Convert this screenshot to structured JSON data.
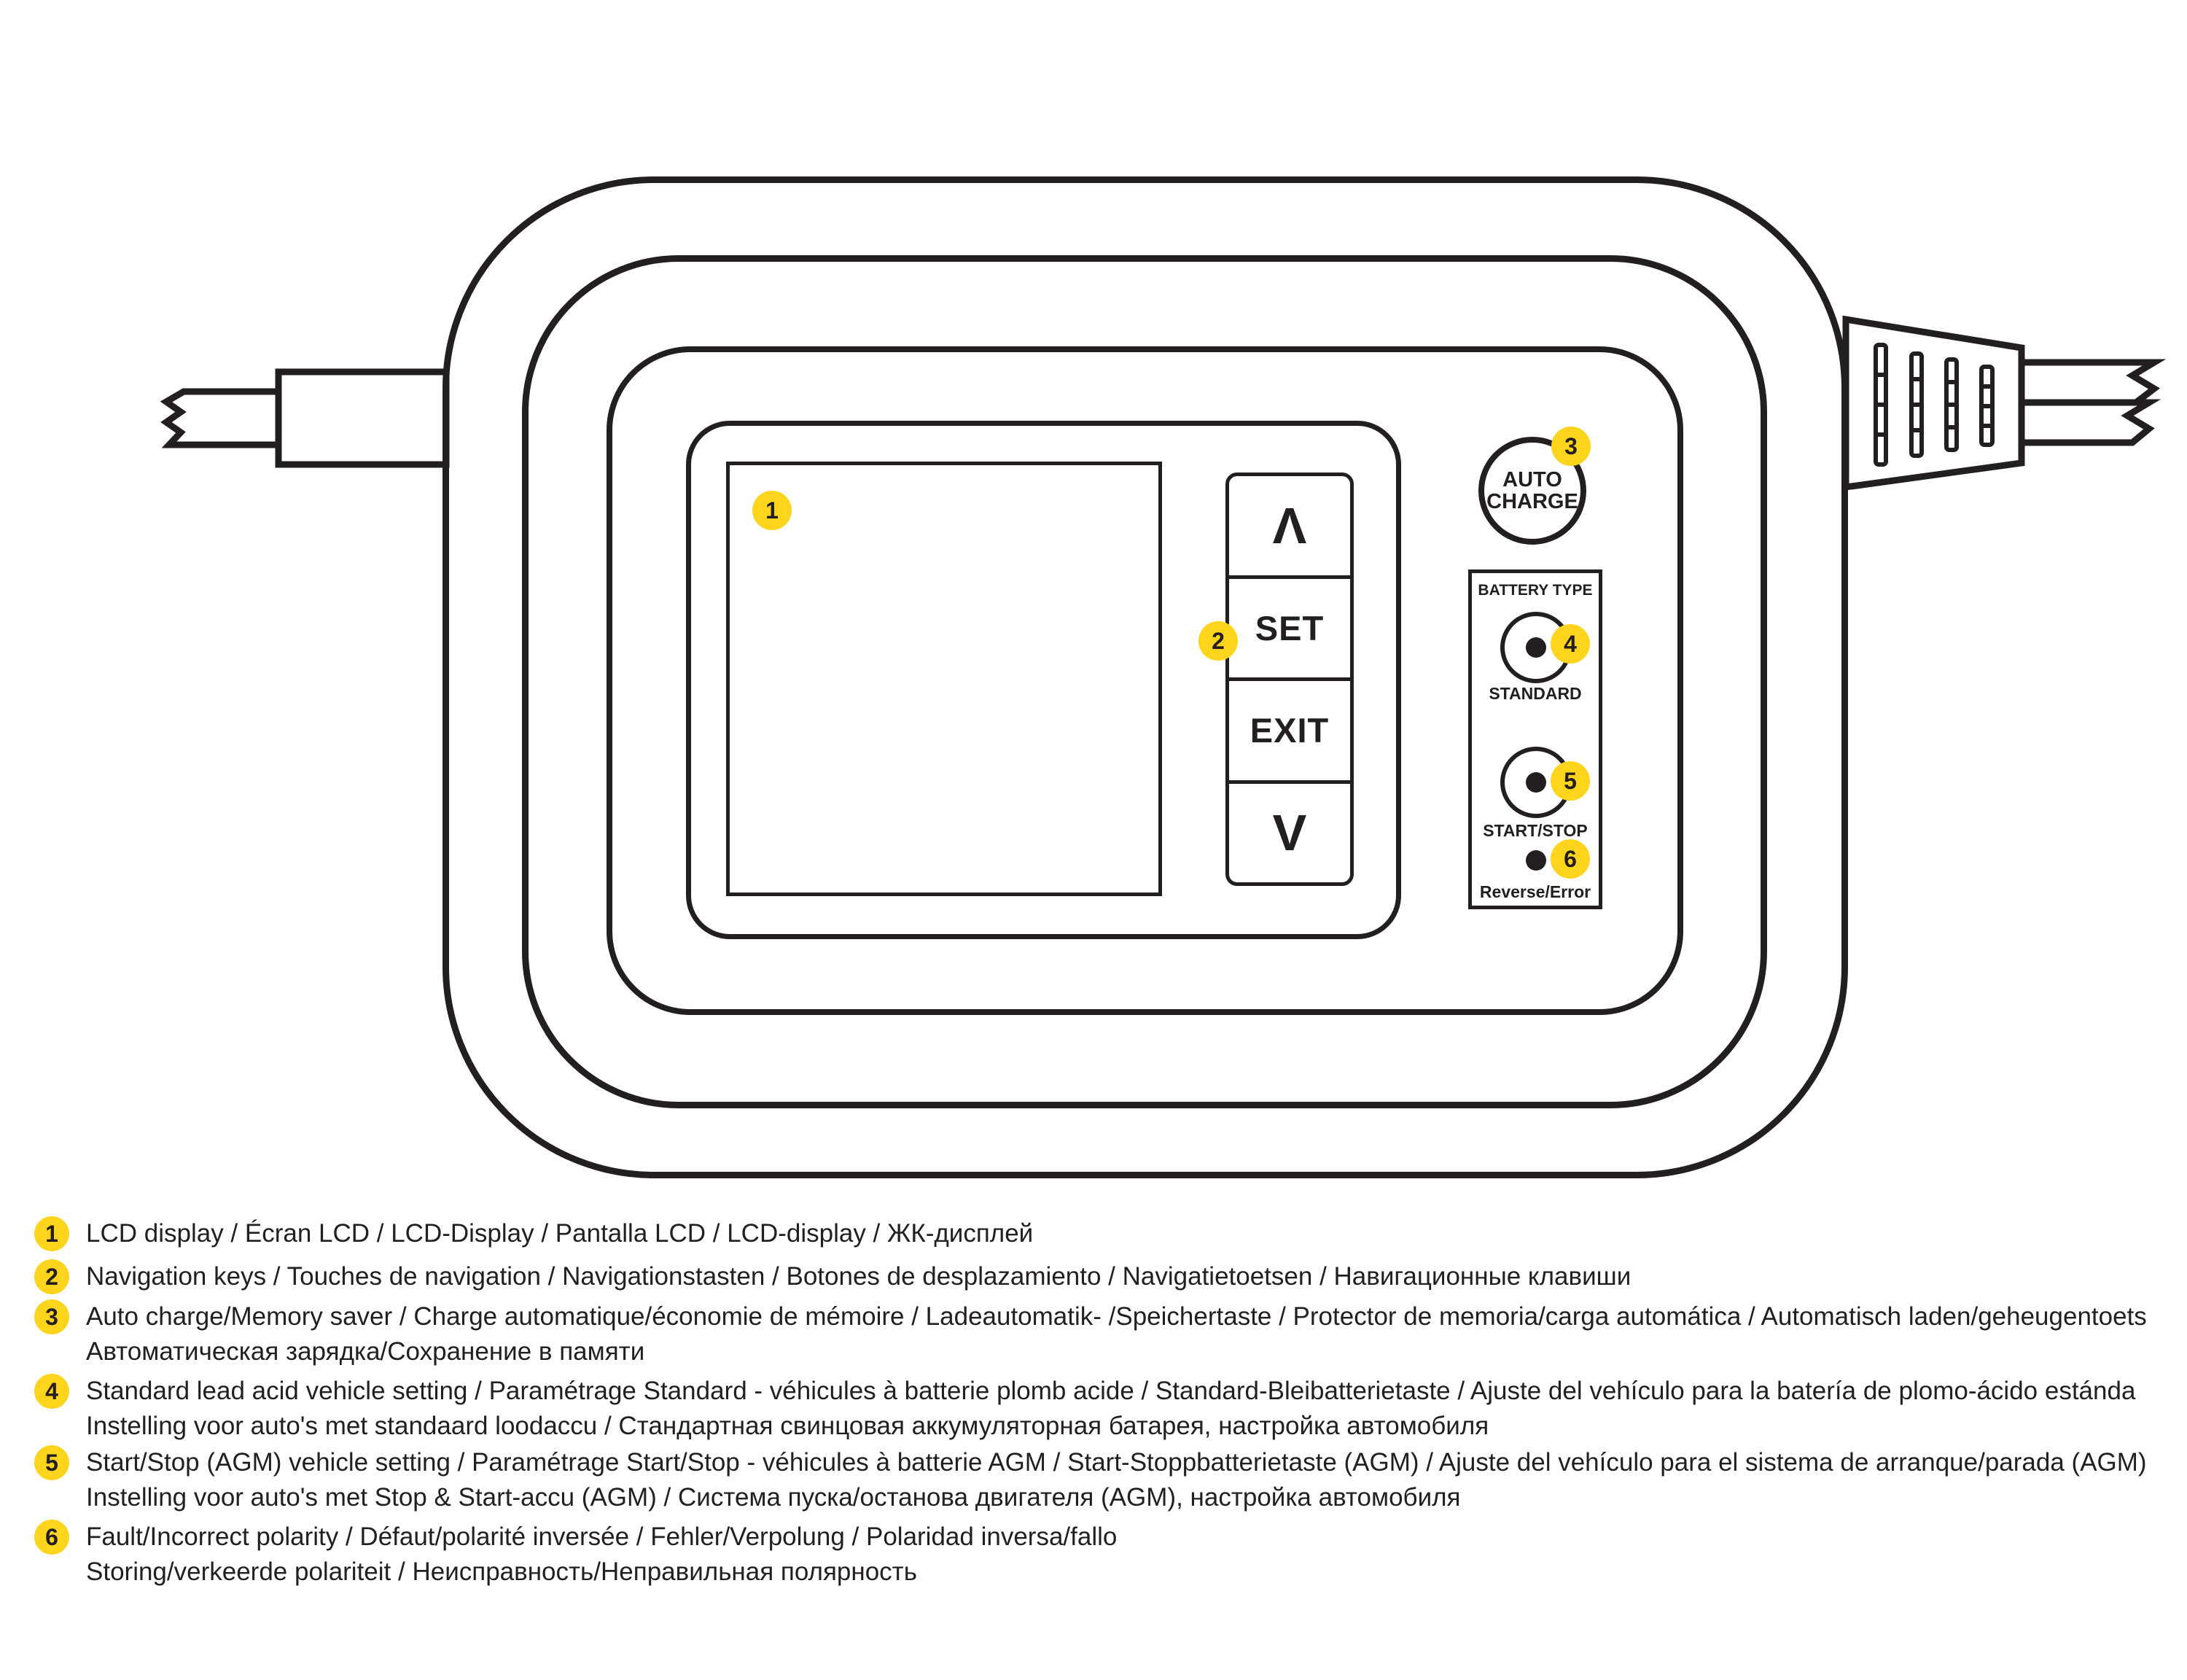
{
  "colors": {
    "ink": "#231f20",
    "accent_yellow": "#ffd41c",
    "background": "#ffffff"
  },
  "device": {
    "nav_buttons": [
      {
        "label": "Λ"
      },
      {
        "label": "SET"
      },
      {
        "label": "EXIT"
      },
      {
        "label": "V"
      }
    ],
    "auto_charge_button": {
      "line1": "AUTO",
      "line2": "CHARGE"
    },
    "battery_panel": {
      "title": "BATTERY TYPE",
      "standard_label": "STANDARD",
      "start_stop_label": "START/STOP",
      "error_label": "Reverse/Error"
    }
  },
  "callouts": [
    {
      "num": "1"
    },
    {
      "num": "2"
    },
    {
      "num": "3"
    },
    {
      "num": "4"
    },
    {
      "num": "5"
    },
    {
      "num": "6"
    }
  ],
  "legend": [
    {
      "num": "1",
      "lines": [
        "LCD display / Écran LCD / LCD-Display / Pantalla LCD / LCD-display / ЖК-дисплей"
      ]
    },
    {
      "num": "2",
      "lines": [
        "Navigation keys / Touches de navigation / Navigationstasten / Botones de desplazamiento / Navigatietoetsen / Навигационные клавиши"
      ]
    },
    {
      "num": "3",
      "lines": [
        "Auto charge/Memory saver / Charge automatique/économie de mémoire / Ladeautomatik- /Speichertaste / Protector de memoria/carga automática / Automatisch laden/geheugentoets",
        "Автоматическая зарядка/Сохранение в памяти"
      ]
    },
    {
      "num": "4",
      "lines": [
        "Standard lead acid vehicle setting / Paramétrage Standard - véhicules à batterie plomb acide / Standard-Bleibatterietaste / Ajuste del vehículo para la batería de plomo-ácido estánda",
        "Instelling voor auto's met standaard loodaccu / Стандартная свинцовая аккумуляторная батарея, настройка автомобиля"
      ]
    },
    {
      "num": "5",
      "lines": [
        "Start/Stop (AGM) vehicle setting / Paramétrage Start/Stop - véhicules à batterie AGM / Start-Stoppbatterietaste (AGM) / Ajuste del vehículo para el sistema de arranque/parada (AGM)",
        "Instelling voor auto's met Stop & Start-accu (AGM) / Система пуска/останова двигателя (AGM), настройка автомобиля"
      ]
    },
    {
      "num": "6",
      "lines": [
        "Fault/Incorrect polarity / Défaut/polarité inversée / Fehler/Verpolung / Polaridad inversa/fallo",
        "Storing/verkeerde polariteit / Неисправность/Неправильная полярность"
      ]
    }
  ]
}
